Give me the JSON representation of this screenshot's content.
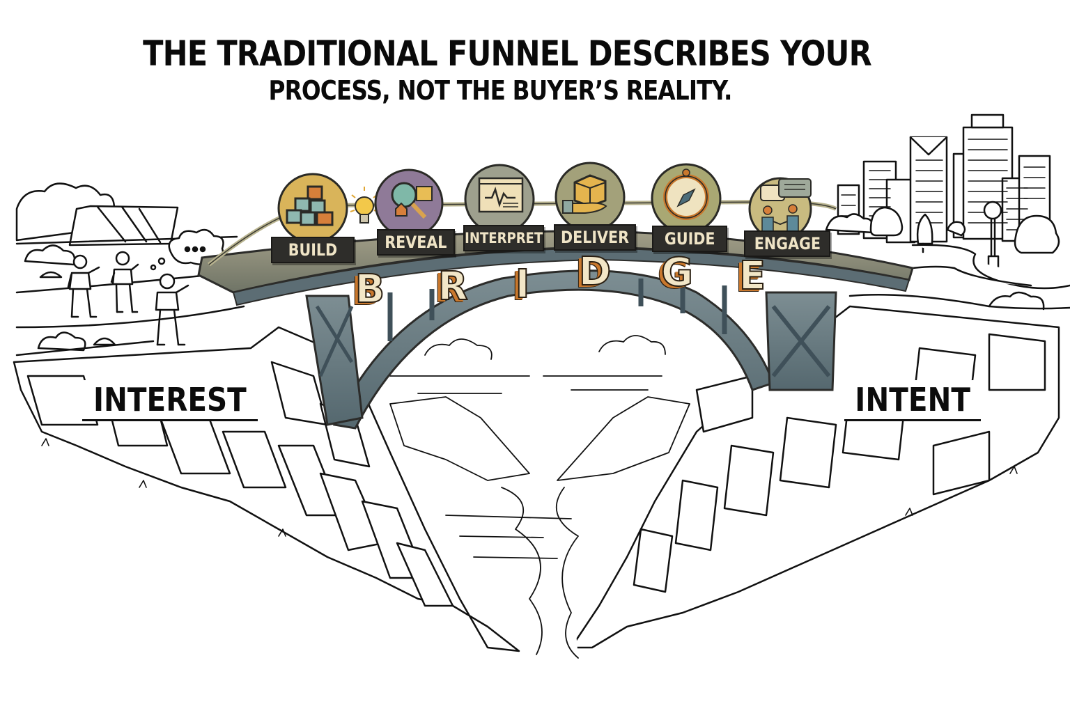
{
  "headline": {
    "line1": "THE TRADITIONAL FUNNEL DESCRIBES YOUR",
    "line2": "PROCESS, NOT THE BUYER’S REALITY."
  },
  "bridge": {
    "word": "BRIDGE",
    "letters": [
      "B",
      "R",
      "I",
      "D",
      "G",
      "E"
    ],
    "stages": [
      {
        "label": "BUILD",
        "icon": "stacked-blocks-icon",
        "circle_color": "#d9b45a"
      },
      {
        "label": "REVEAL",
        "icon": "magnifying-glass-icon",
        "circle_color": "#8f7a98"
      },
      {
        "label": "INTERPRET",
        "icon": "chart-window-icon",
        "circle_color": "#9ea08e"
      },
      {
        "label": "DELIVER",
        "icon": "package-hand-icon",
        "circle_color": "#a3a17a"
      },
      {
        "label": "GUIDE",
        "icon": "compass-icon",
        "circle_color": "#a9a873"
      },
      {
        "label": "ENGAGE",
        "icon": "handshake-chat-icon",
        "circle_color": "#c9bb80"
      }
    ],
    "extra_icon": "lightbulb-icon"
  },
  "sides": {
    "left": "INTEREST",
    "right": "INTENT"
  },
  "colors": {
    "deck": "#8a8a7a",
    "steel": "#5f7481",
    "label_bg": "#2e2d2a",
    "label_text": "#efe4c6",
    "letter_face": "#f2e6c7",
    "letter_side": "#c9782d"
  },
  "scene": {
    "left_side": "three people on a grassy plateau, one with thought bubble “...”",
    "right_side": "city skyline with trees and street lamp",
    "middle": "deep rocky canyon with river"
  }
}
